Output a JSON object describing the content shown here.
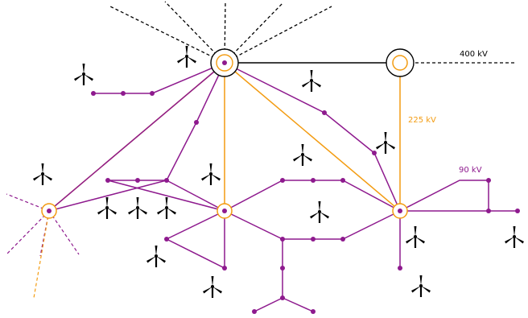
{
  "voltage_labels": {
    "kv400": "400 kV",
    "kv225": "225 kV",
    "kv90": "90 kV"
  },
  "colors": {
    "kv400": "#000000",
    "kv225": "#f39c12",
    "kv90": "#8e1a8e",
    "turbine": "#000000"
  },
  "icons": [
    "wind-turbine-icon",
    "substation-icon",
    "transformer-icon",
    "node-dot-icon"
  ]
}
